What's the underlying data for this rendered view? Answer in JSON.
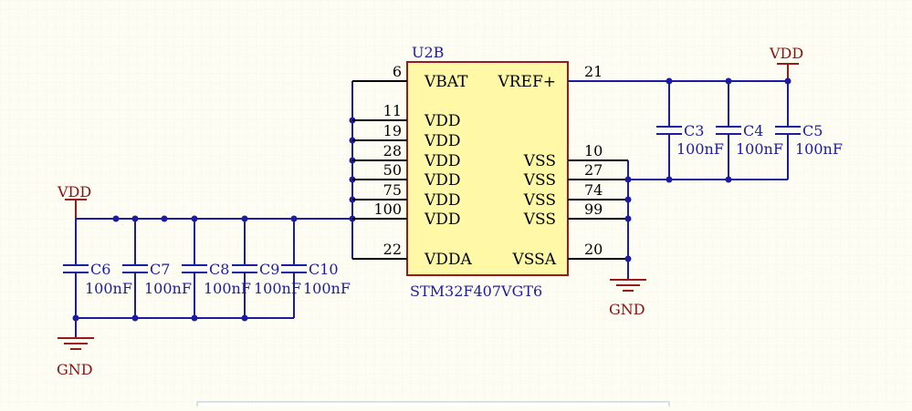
{
  "chip": {
    "designator": "U2B",
    "part": "STM32F407VGT6",
    "left_pins": [
      {
        "num": "6",
        "name": "VBAT"
      },
      {
        "num": "11",
        "name": "VDD"
      },
      {
        "num": "19",
        "name": "VDD"
      },
      {
        "num": "28",
        "name": "VDD"
      },
      {
        "num": "50",
        "name": "VDD"
      },
      {
        "num": "75",
        "name": "VDD"
      },
      {
        "num": "100",
        "name": "VDD"
      },
      {
        "num": "22",
        "name": "VDDA"
      }
    ],
    "right_pins": [
      {
        "num": "21",
        "name": "VREF+"
      },
      {
        "num": "10",
        "name": "VSS"
      },
      {
        "num": "27",
        "name": "VSS"
      },
      {
        "num": "74",
        "name": "VSS"
      },
      {
        "num": "99",
        "name": "VSS"
      },
      {
        "num": "20",
        "name": "VSSA"
      }
    ]
  },
  "capacitors_left": [
    {
      "ref": "C6",
      "value": "100nF"
    },
    {
      "ref": "C7",
      "value": "100nF"
    },
    {
      "ref": "C8",
      "value": "100nF"
    },
    {
      "ref": "C9",
      "value": "100nF"
    },
    {
      "ref": "C10",
      "value": "100nF"
    }
  ],
  "capacitors_right": [
    {
      "ref": "C3",
      "value": "100nF"
    },
    {
      "ref": "C4",
      "value": "100nF"
    },
    {
      "ref": "C5",
      "value": "100nF"
    }
  ],
  "power": {
    "vdd_left": "VDD",
    "vdd_right": "VDD",
    "gnd_left": "GND",
    "gnd_right": "GND"
  },
  "colors": {
    "wire": "#1c1ca0",
    "power": "#9a1a1a",
    "chip_fill": "#fff8a6",
    "chip_border": "#9a1a1a"
  }
}
